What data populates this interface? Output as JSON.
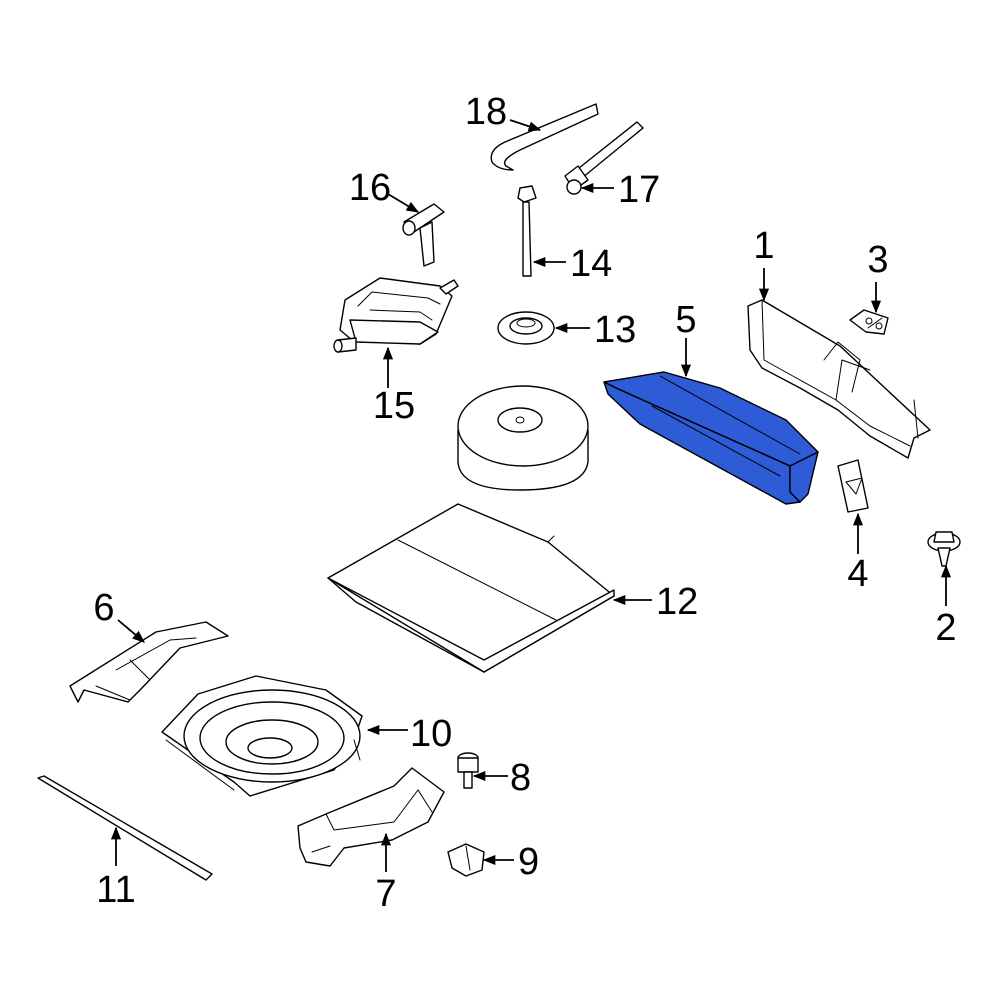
{
  "highlight_color": "#2e5bd6",
  "callouts": {
    "c1": "1",
    "c2": "2",
    "c3": "3",
    "c4": "4",
    "c5": "5",
    "c6": "6",
    "c7": "7",
    "c8": "8",
    "c9": "9",
    "c10": "10",
    "c11": "11",
    "c12": "12",
    "c13": "13",
    "c14": "14",
    "c15": "15",
    "c16": "16",
    "c17": "17",
    "c18": "18"
  }
}
